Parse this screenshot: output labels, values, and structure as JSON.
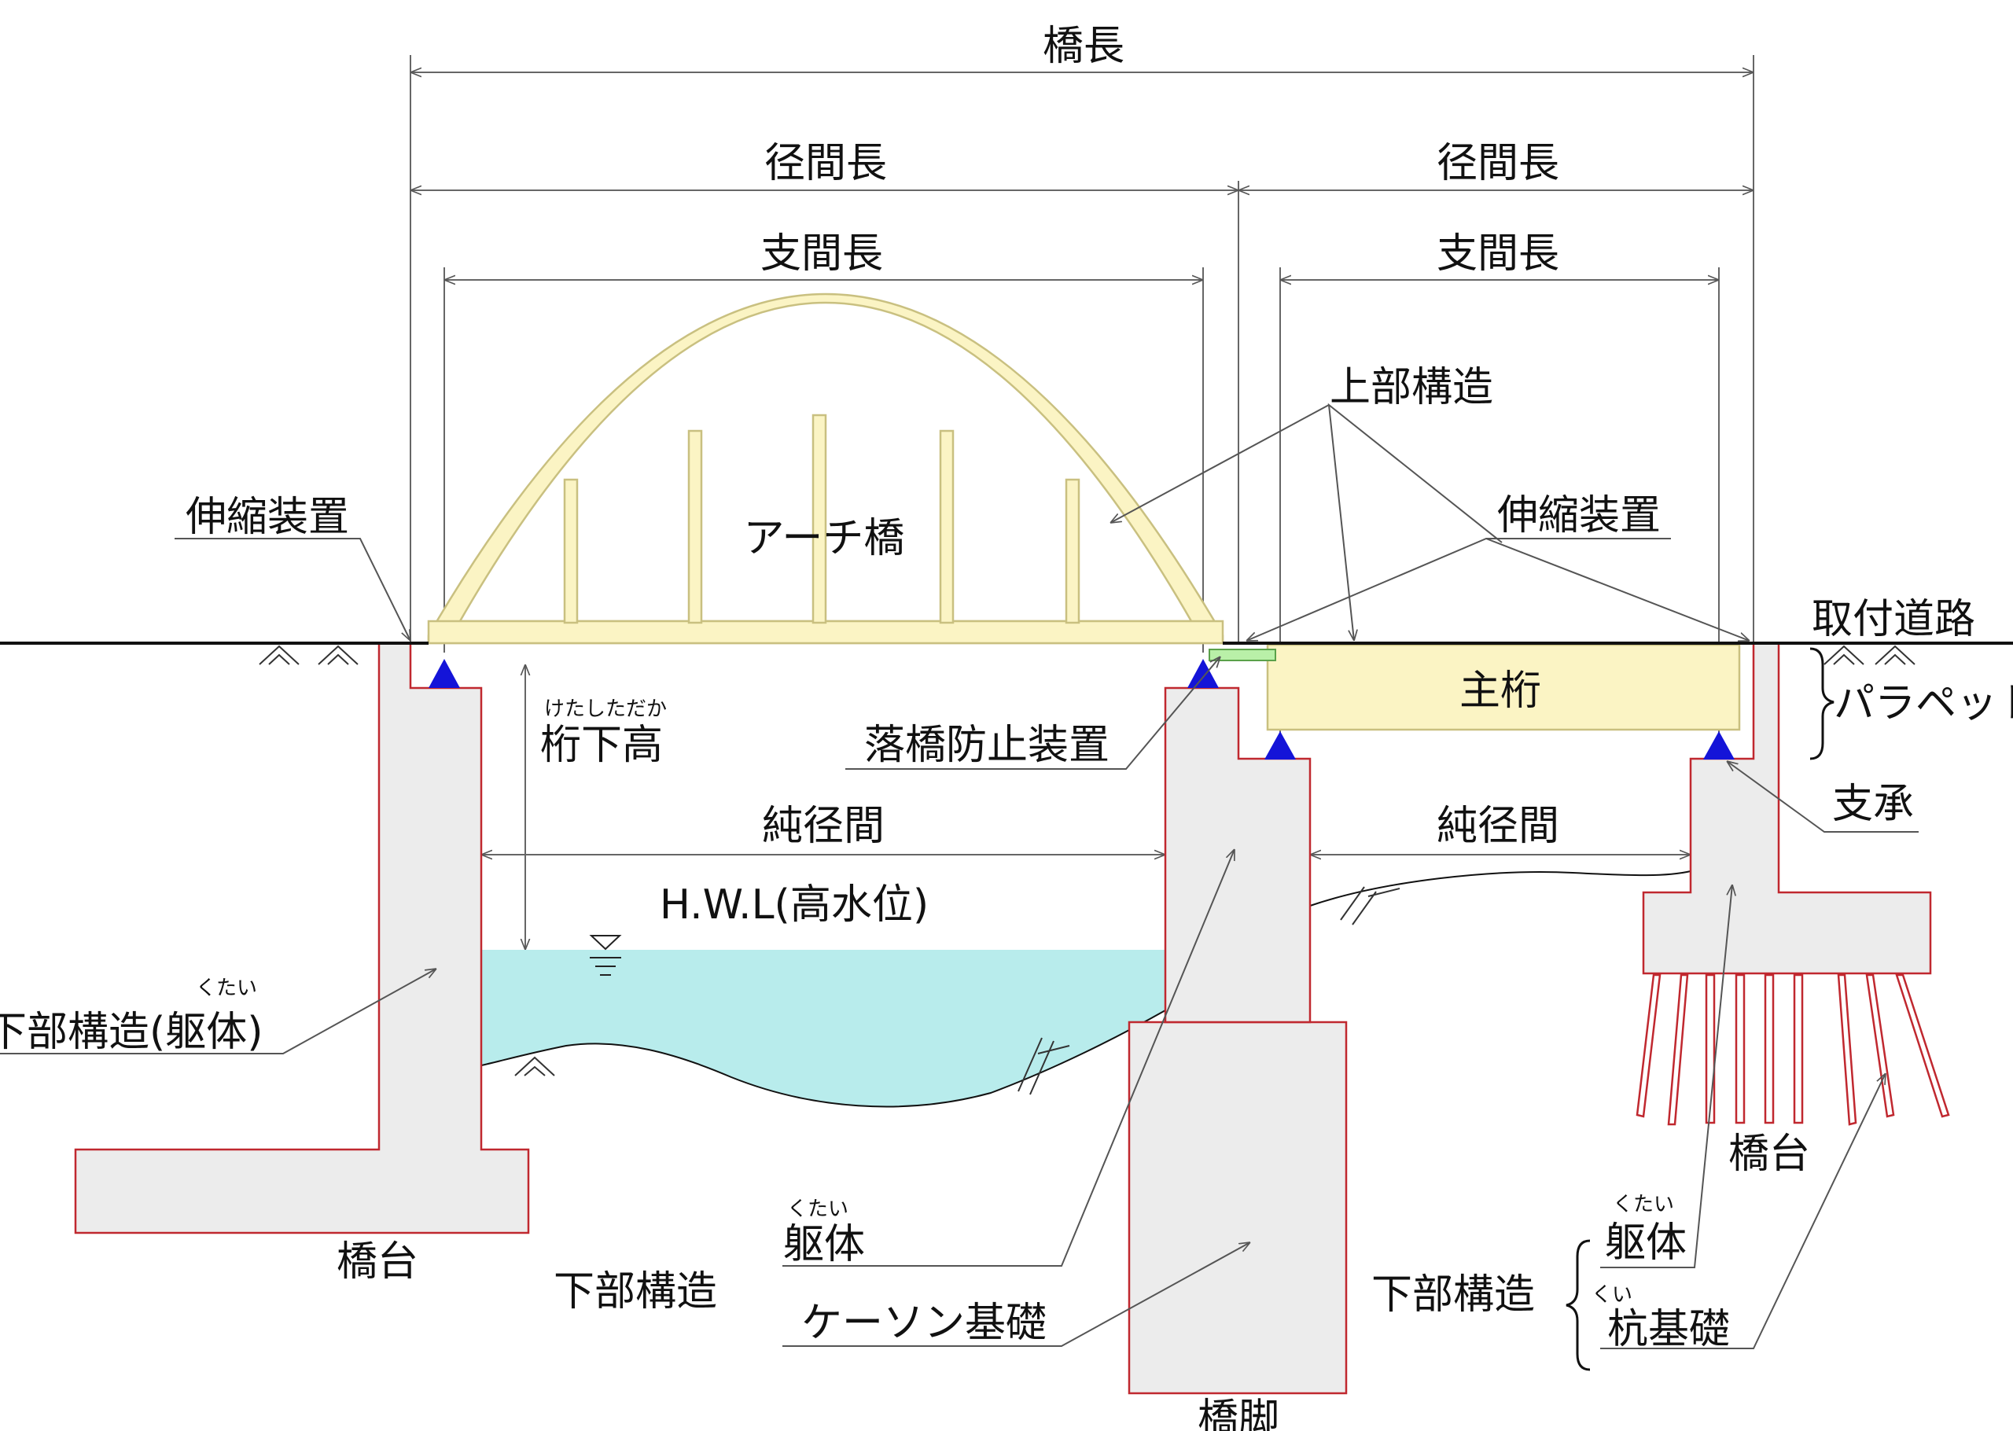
{
  "labels": {
    "bridge_length": "橋長",
    "span_length_left": "径間長",
    "span_length_right": "径間長",
    "support_span_left": "支間長",
    "support_span_right": "支間長",
    "superstructure": "上部構造",
    "expansion_joint_left": "伸縮装置",
    "expansion_joint_right": "伸縮装置",
    "arch_bridge": "アーチ橋",
    "approach_road": "取付道路",
    "main_girder": "主桁",
    "parapet": "パラペット",
    "bearing": "支承",
    "girder_clearance_ruby": "けたしただか",
    "girder_clearance": "桁下高",
    "fall_prevention": "落橋防止装置",
    "clear_span_left": "純径間",
    "clear_span_right": "純径間",
    "hwl": "H.W.L(高水位)",
    "body_ruby_left": "くたい",
    "substructure_body": "下部構造(躯体)",
    "abutment_left": "橋台",
    "abutment_right": "橋台",
    "body_ruby_center": "くたい",
    "body_center": "躯体",
    "substructure_center": "下部構造",
    "caisson": "ケーソン基礎",
    "pier": "橋脚",
    "substructure_right": "下部構造",
    "body_ruby_right": "くたい",
    "body_right": "躯体",
    "pile_ruby": "くい",
    "pile_foundation": "杭基礎"
  },
  "colors": {
    "concrete_fill": "#ececec",
    "concrete_outline": "#c0282f",
    "arch_fill": "#fbf4c4",
    "water": "#b8ecec",
    "bearing": "#1414d8",
    "fall_prevention_device": "#b9f0a8"
  }
}
